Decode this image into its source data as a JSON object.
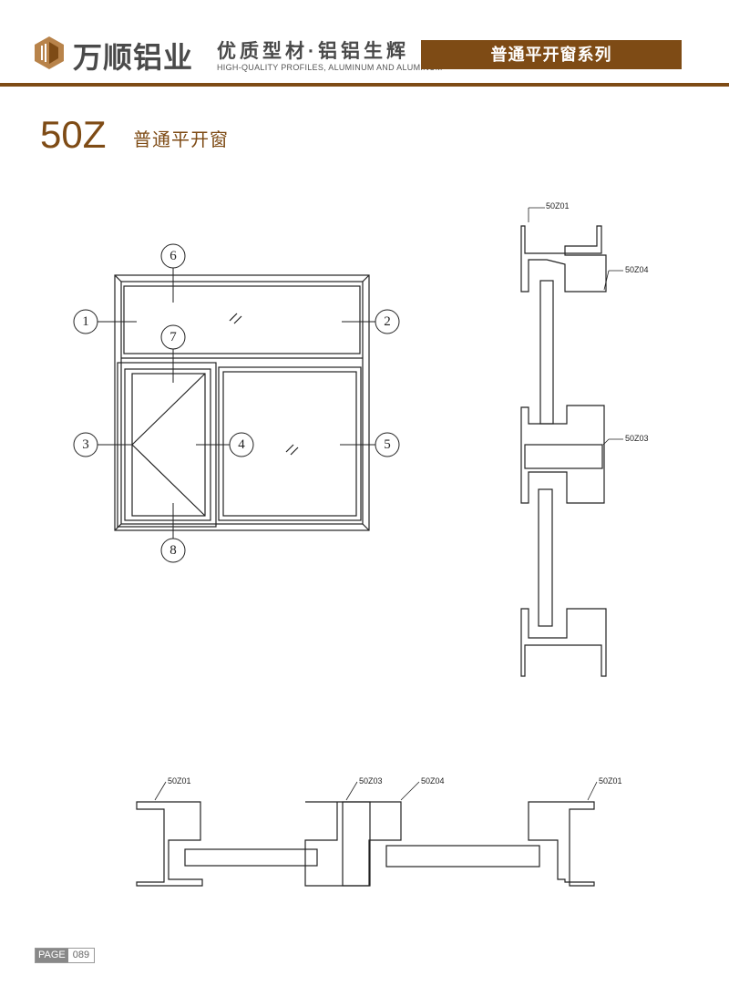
{
  "header": {
    "brand": "万顺铝业",
    "slogan": "优质型材·铝铝生辉",
    "slogan_en": "HIGH-QUALITY PROFILES, ALUMINUM AND ALUMINUM",
    "series": "普通平开窗系列"
  },
  "colors": {
    "brand": "#7e4b15"
  },
  "title": {
    "model": "50Z",
    "name": "普通平开窗"
  },
  "callouts": [
    "1",
    "2",
    "3",
    "4",
    "5",
    "6",
    "7",
    "8"
  ],
  "vertical_section": {
    "labels": [
      "50Z01",
      "50Z04",
      "50Z03"
    ]
  },
  "horizontal_section": {
    "labels": [
      "50Z01",
      "50Z03",
      "50Z04",
      "50Z01"
    ]
  },
  "footer": {
    "page_label": "PAGE",
    "page_number": "089"
  }
}
